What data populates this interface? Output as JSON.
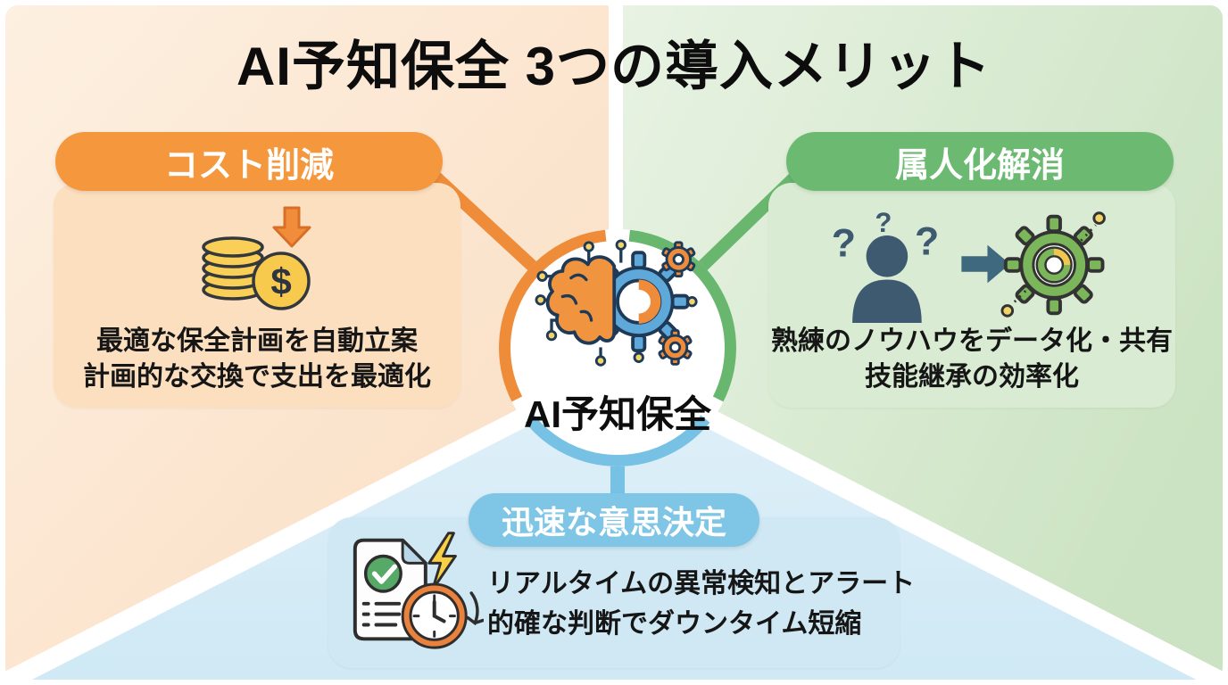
{
  "title": "AI予知保全 3つの導入メリット",
  "center": {
    "label": "AI予知保全",
    "icon": "brain-gear-circuit-icon"
  },
  "benefits": [
    {
      "id": "cost-reduction",
      "header": "コスト削減",
      "icon": "coins-dollar-down-arrow-icon",
      "lines": [
        "最適な保全計画を自動立案",
        "計画的な交換で支出を最適化"
      ],
      "colors": {
        "accent": "#f5973d",
        "card_bg": "#fcdfbf",
        "region_bg": "#fbe0c6"
      }
    },
    {
      "id": "despecialization",
      "header": "属人化解消",
      "icon": "person-question-to-gear-icon",
      "lines": [
        "熟練のノウハウをデータ化・共有",
        "技能継承の効率化"
      ],
      "colors": {
        "accent": "#6cba71",
        "card_bg": "#d9ecd3",
        "region_bg": "#d5e9cd"
      }
    },
    {
      "id": "rapid-decision",
      "header": "迅速な意思決定",
      "icon": "document-check-clock-alert-icon",
      "lines": [
        "リアルタイムの異常検知とアラート",
        "的確な判断でダウンタイム短縮"
      ],
      "colors": {
        "accent": "#7fc6e6",
        "card_bg": "#cfe8f4",
        "region_bg": "#d9edf7"
      }
    }
  ],
  "palette": {
    "ring_orange": "#ee8c3a",
    "ring_green": "#69b66e",
    "ring_blue": "#77c1e4",
    "text": "#0d0d0d",
    "background_white": "#ffffff"
  }
}
